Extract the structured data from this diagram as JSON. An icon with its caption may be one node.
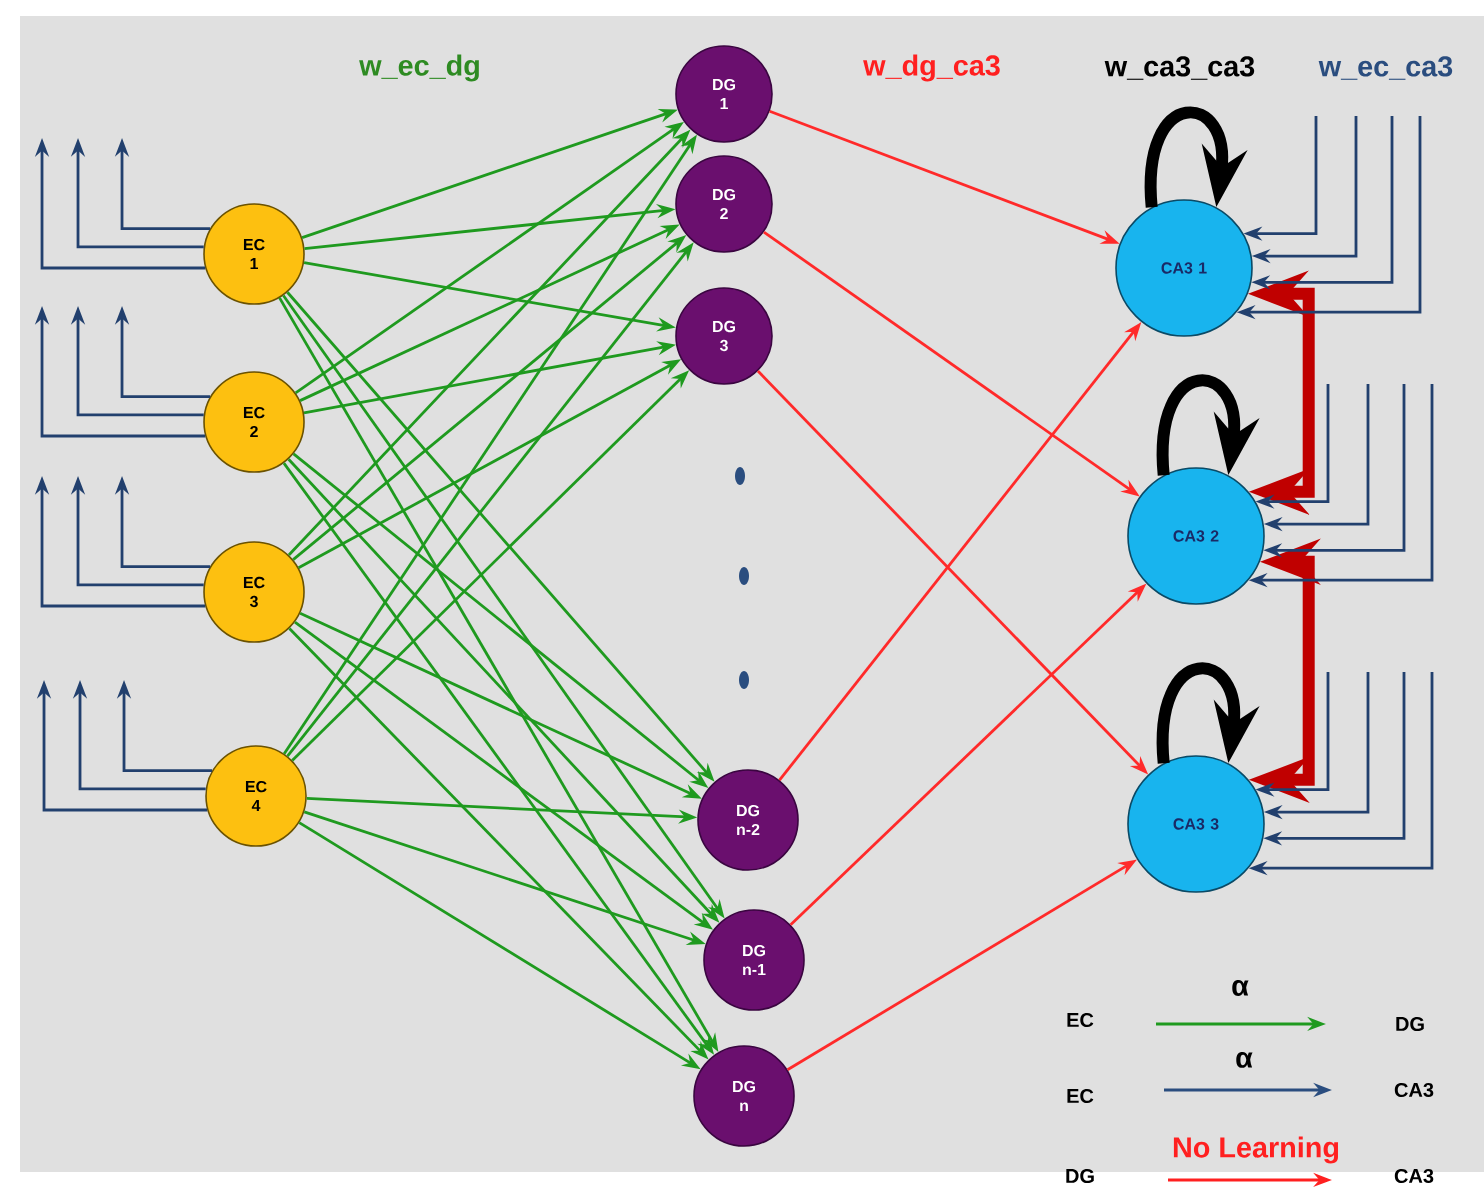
{
  "diagram": {
    "nodes": [
      {
        "text": [
          "EC 1"
        ]
      },
      {
        "text": [
          "EC 2"
        ]
      },
      {
        "text": [
          "EC 3"
        ]
      },
      {
        "text": [
          "EC 4"
        ]
      },
      {
        "text": [
          "DG 1"
        ]
      },
      {
        "text": [
          "DG 2"
        ]
      },
      {
        "text": [
          "DG 3"
        ]
      },
      {
        "text": [
          "DG n-2"
        ]
      },
      {
        "text": [
          "DG n-1"
        ]
      },
      {
        "text": [
          "DG n"
        ]
      },
      {
        "text": [
          "CA3 1"
        ]
      },
      {
        "text": [
          "CA3 2"
        ]
      },
      {
        "text": [
          "CA3 3"
        ]
      }
    ],
    "edges": [
      {
        "from": 0,
        "to": 4,
        "arrow": "to"
      },
      {
        "from": 0,
        "to": 5,
        "arrow": "to"
      },
      {
        "from": 0,
        "to": 6,
        "arrow": "to"
      },
      {
        "from": 0,
        "to": 7,
        "arrow": "to"
      },
      {
        "from": 0,
        "to": 8,
        "arrow": "to"
      },
      {
        "from": 0,
        "to": 9,
        "arrow": "to"
      },
      {
        "from": 1,
        "to": 4,
        "arrow": "to"
      },
      {
        "from": 1,
        "to": 5,
        "arrow": "to"
      },
      {
        "from": 1,
        "to": 6,
        "arrow": "to"
      },
      {
        "from": 1,
        "to": 7,
        "arrow": "to"
      },
      {
        "from": 1,
        "to": 8,
        "arrow": "to"
      },
      {
        "from": 1,
        "to": 9,
        "arrow": "to"
      },
      {
        "from": 2,
        "to": 4,
        "arrow": "to"
      },
      {
        "from": 2,
        "to": 5,
        "arrow": "to"
      },
      {
        "from": 2,
        "to": 6,
        "arrow": "to"
      },
      {
        "from": 2,
        "to": 7,
        "arrow": "to"
      },
      {
        "from": 2,
        "to": 8,
        "arrow": "to"
      },
      {
        "from": 2,
        "to": 9,
        "arrow": "to"
      },
      {
        "from": 3,
        "to": 4,
        "arrow": "to"
      },
      {
        "from": 3,
        "to": 5,
        "arrow": "to"
      },
      {
        "from": 3,
        "to": 6,
        "arrow": "to"
      },
      {
        "from": 3,
        "to": 7,
        "arrow": "to"
      },
      {
        "from": 3,
        "to": 8,
        "arrow": "to"
      },
      {
        "from": 3,
        "to": 9,
        "arrow": "to"
      },
      {
        "from": 4,
        "to": 10,
        "arrow": "to",
        "color": "#ff2a2a"
      },
      {
        "from": 5,
        "to": 11,
        "arrow": "to",
        "color": "#ff2a2a"
      },
      {
        "from": 6,
        "to": 12,
        "arrow": "to",
        "color": "#ff2a2a"
      },
      {
        "from": 7,
        "to": 10,
        "arrow": "to",
        "color": "#ff2a2a"
      },
      {
        "from": 8,
        "to": 11,
        "arrow": "to",
        "color": "#ff2a2a"
      },
      {
        "from": 9,
        "to": 12,
        "arrow": "to",
        "color": "#ff2a2a"
      },
      {
        "from": 10,
        "to": 10,
        "arrow": "to",
        "style": "thick",
        "color": "#000000"
      },
      {
        "from": 11,
        "to": 11,
        "arrow": "to",
        "style": "thick",
        "color": "#000000"
      },
      {
        "from": 12,
        "to": 12,
        "arrow": "to",
        "style": "thick",
        "color": "#000000"
      },
      {
        "from": 10,
        "to": 11,
        "arrow": "both",
        "style": "thick",
        "color": "#c00000"
      },
      {
        "from": 11,
        "to": 12,
        "arrow": "both",
        "style": "thick",
        "color": "#c00000"
      },
      {
        "from": 0,
        "to": null,
        "arrow": "to",
        "color": "#22406e"
      },
      {
        "from": 0,
        "to": null,
        "arrow": "to",
        "color": "#22406e"
      },
      {
        "from": 0,
        "to": null,
        "arrow": "to",
        "color": "#22406e"
      },
      {
        "from": 1,
        "to": null,
        "arrow": "to",
        "color": "#22406e"
      },
      {
        "from": 1,
        "to": null,
        "arrow": "to",
        "color": "#22406e"
      },
      {
        "from": 1,
        "to": null,
        "arrow": "to",
        "color": "#22406e"
      },
      {
        "from": 2,
        "to": null,
        "arrow": "to",
        "color": "#22406e"
      },
      {
        "from": 2,
        "to": null,
        "arrow": "to",
        "color": "#22406e"
      },
      {
        "from": 2,
        "to": null,
        "arrow": "to",
        "color": "#22406e"
      },
      {
        "from": 3,
        "to": null,
        "arrow": "to",
        "color": "#22406e"
      },
      {
        "from": 3,
        "to": null,
        "arrow": "to",
        "color": "#22406e"
      },
      {
        "from": 3,
        "to": null,
        "arrow": "to",
        "color": "#22406e"
      },
      {
        "from": null,
        "to": 10,
        "arrow": "to",
        "color": "#22406e"
      },
      {
        "from": null,
        "to": 10,
        "arrow": "to",
        "color": "#22406e"
      },
      {
        "from": null,
        "to": 10,
        "arrow": "to",
        "color": "#22406e"
      },
      {
        "from": null,
        "to": 10,
        "arrow": "to",
        "color": "#22406e"
      },
      {
        "from": null,
        "to": 11,
        "arrow": "to",
        "color": "#22406e"
      },
      {
        "from": null,
        "to": 11,
        "arrow": "to",
        "color": "#22406e"
      },
      {
        "from": null,
        "to": 11,
        "arrow": "to",
        "color": "#22406e"
      },
      {
        "from": null,
        "to": 11,
        "arrow": "to",
        "color": "#22406e"
      },
      {
        "from": null,
        "to": 12,
        "arrow": "to",
        "color": "#22406e"
      },
      {
        "from": null,
        "to": 12,
        "arrow": "to",
        "color": "#22406e"
      },
      {
        "from": null,
        "to": 12,
        "arrow": "to",
        "color": "#22406e"
      },
      {
        "from": null,
        "to": 12,
        "arrow": "to",
        "color": "#22406e"
      }
    ],
    "labels": [
      "w_ec_dg",
      "w_dg_ca3",
      "w_ca3_ca3",
      "w_ec_ca3",
      "EC",
      "α",
      "DG",
      "EC",
      "α",
      "CA3",
      "No Learning",
      "DG",
      "CA3"
    ]
  }
}
